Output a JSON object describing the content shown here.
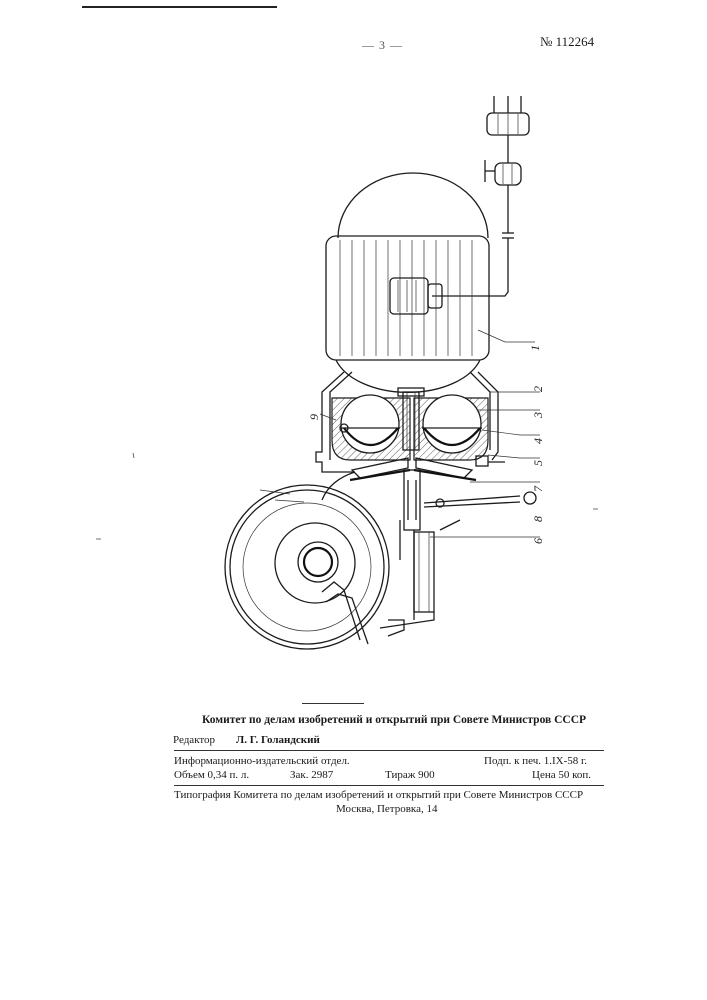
{
  "header": {
    "page_number": "— 3 —",
    "patent_number": "№ 112264"
  },
  "figure": {
    "callouts": [
      "1",
      "2",
      "3",
      "4",
      "5",
      "6",
      "7",
      "8",
      "9"
    ]
  },
  "footer": {
    "committee": "Комитет по делам изобретений и открытий при Совете Министров СССР",
    "editor_label": "Редактор",
    "editor_name": "Л. Г. Голандский",
    "dept": "Информационно-издательский отдел.",
    "signed": "Подп. к печ. 1.IX-58 г.",
    "volume": "Объем 0,34 п. л.",
    "order": "Зак. 2987",
    "print_run": "Тираж 900",
    "price": "Цена 50 коп.",
    "printer": "Типография Комитета по делам изобретений и открытий при Совете Министров СССР",
    "address": "Москва, Петровка, 14"
  }
}
